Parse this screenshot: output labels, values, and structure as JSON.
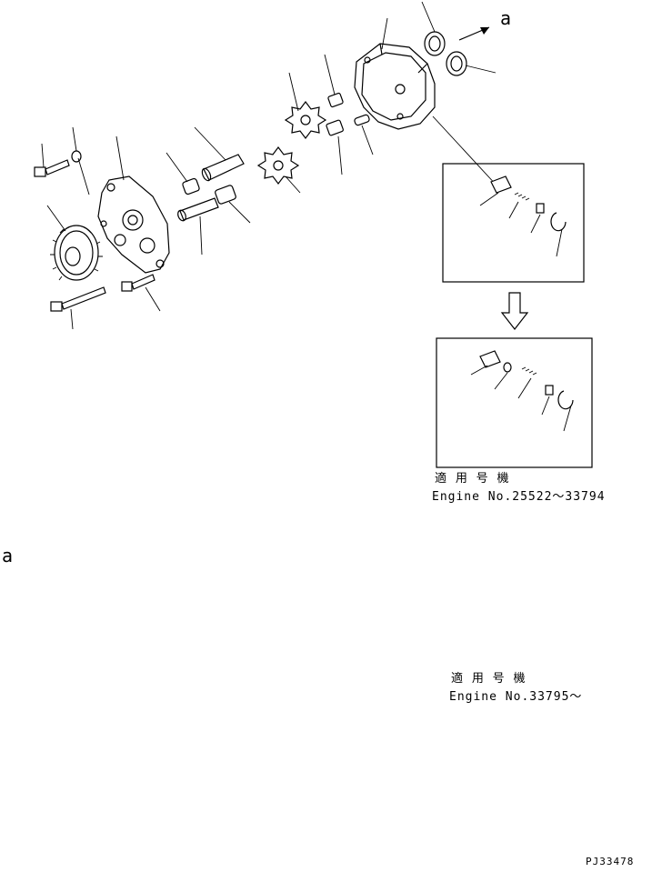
{
  "labels": {
    "arrow_ref_top": "a",
    "arrow_ref_left": "a",
    "variant2_applicable": "適 用 号 機",
    "variant2_engine": "Engine No.25522～33794",
    "variant3_applicable": "適 用 号 機",
    "variant3_engine": "Engine No.33795～",
    "drawing_code": "PJ33478"
  }
}
